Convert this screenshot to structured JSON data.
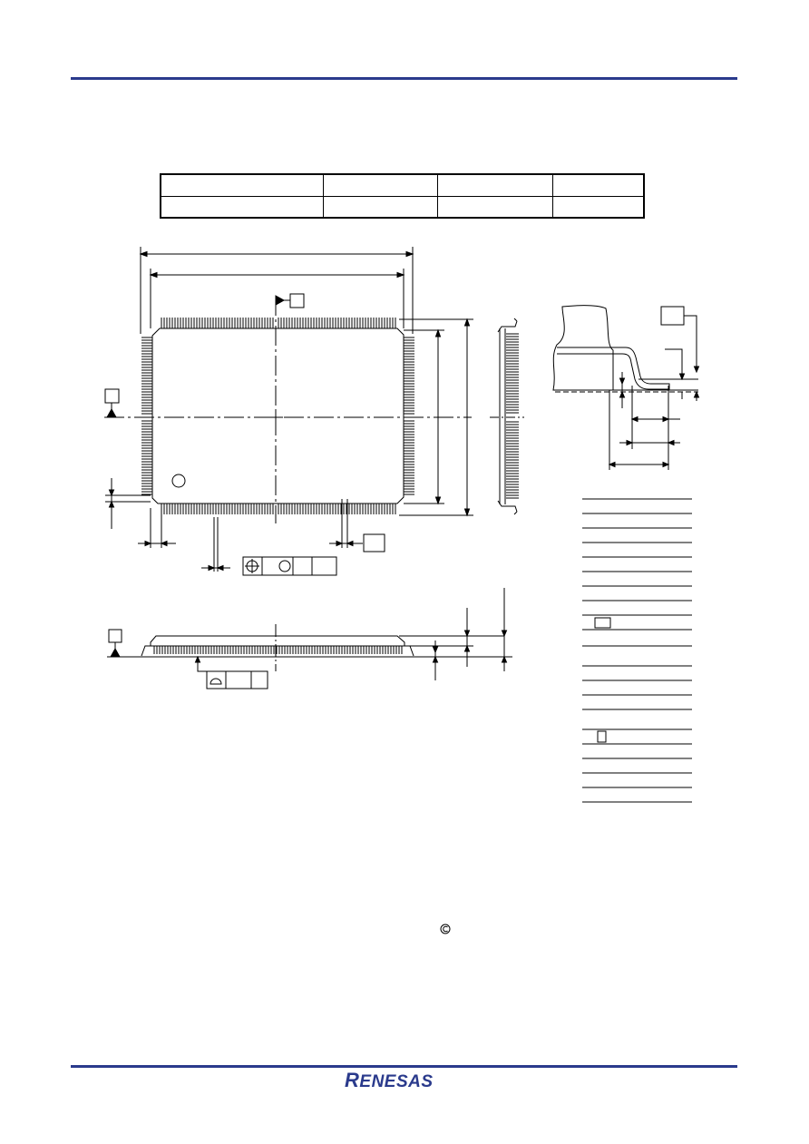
{
  "page": {
    "rule_color": "#2a3a8c",
    "logo_color": "#2a3a8c"
  },
  "logo": {
    "initial": "R",
    "rest": "ENESAS"
  },
  "table": {
    "rows": 2,
    "columns": 4
  }
}
